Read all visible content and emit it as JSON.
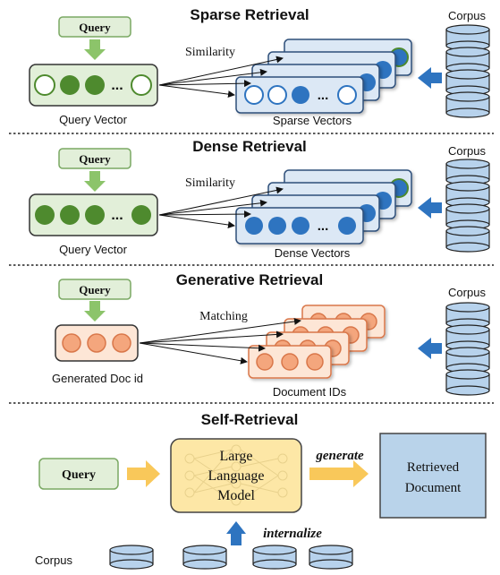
{
  "sections": {
    "sparse": {
      "title": "Sparse Retrieval",
      "query_label": "Query",
      "query_vector_label": "Query Vector",
      "relation_label": "Similarity",
      "result_label": "Sparse Vectors",
      "corpus_label": "Corpus",
      "vector_ellipsis": "..."
    },
    "dense": {
      "title": "Dense Retrieval",
      "query_label": "Query",
      "query_vector_label": "Query Vector",
      "relation_label": "Similarity",
      "result_label": "Dense Vectors",
      "corpus_label": "Corpus",
      "vector_ellipsis": "..."
    },
    "generative": {
      "title": "Generative Retrieval",
      "query_label": "Query",
      "query_vector_label": "Generated Doc id",
      "relation_label": "Matching",
      "result_label": "Document IDs",
      "corpus_label": "Corpus"
    },
    "self": {
      "title": "Self-Retrieval",
      "query_label": "Query",
      "model_line1": "Large",
      "model_line2": "Language",
      "model_line3": "Model",
      "generate_label": "generate",
      "output_line1": "Retrieved",
      "output_line2": "Document",
      "internalize_label": "internalize",
      "corpus_label": "Corpus"
    }
  },
  "colors": {
    "green_fill": "#4e8a2e",
    "green_box": "#e2efd9",
    "green_border": "#7aa863",
    "arrow_green": "#8cc46a",
    "blue_fill": "#2e74c0",
    "blue_box": "#dce8f5",
    "blue_border": "#2f4f7a",
    "orange_fill": "#f4a67d",
    "orange_box": "#fde6d6",
    "orange_border": "#d9774a",
    "llm_fill": "#fde7a6",
    "output_fill": "#b9d3ea",
    "cylinder_fill": "#b7d2ec",
    "divider": "#222222"
  }
}
